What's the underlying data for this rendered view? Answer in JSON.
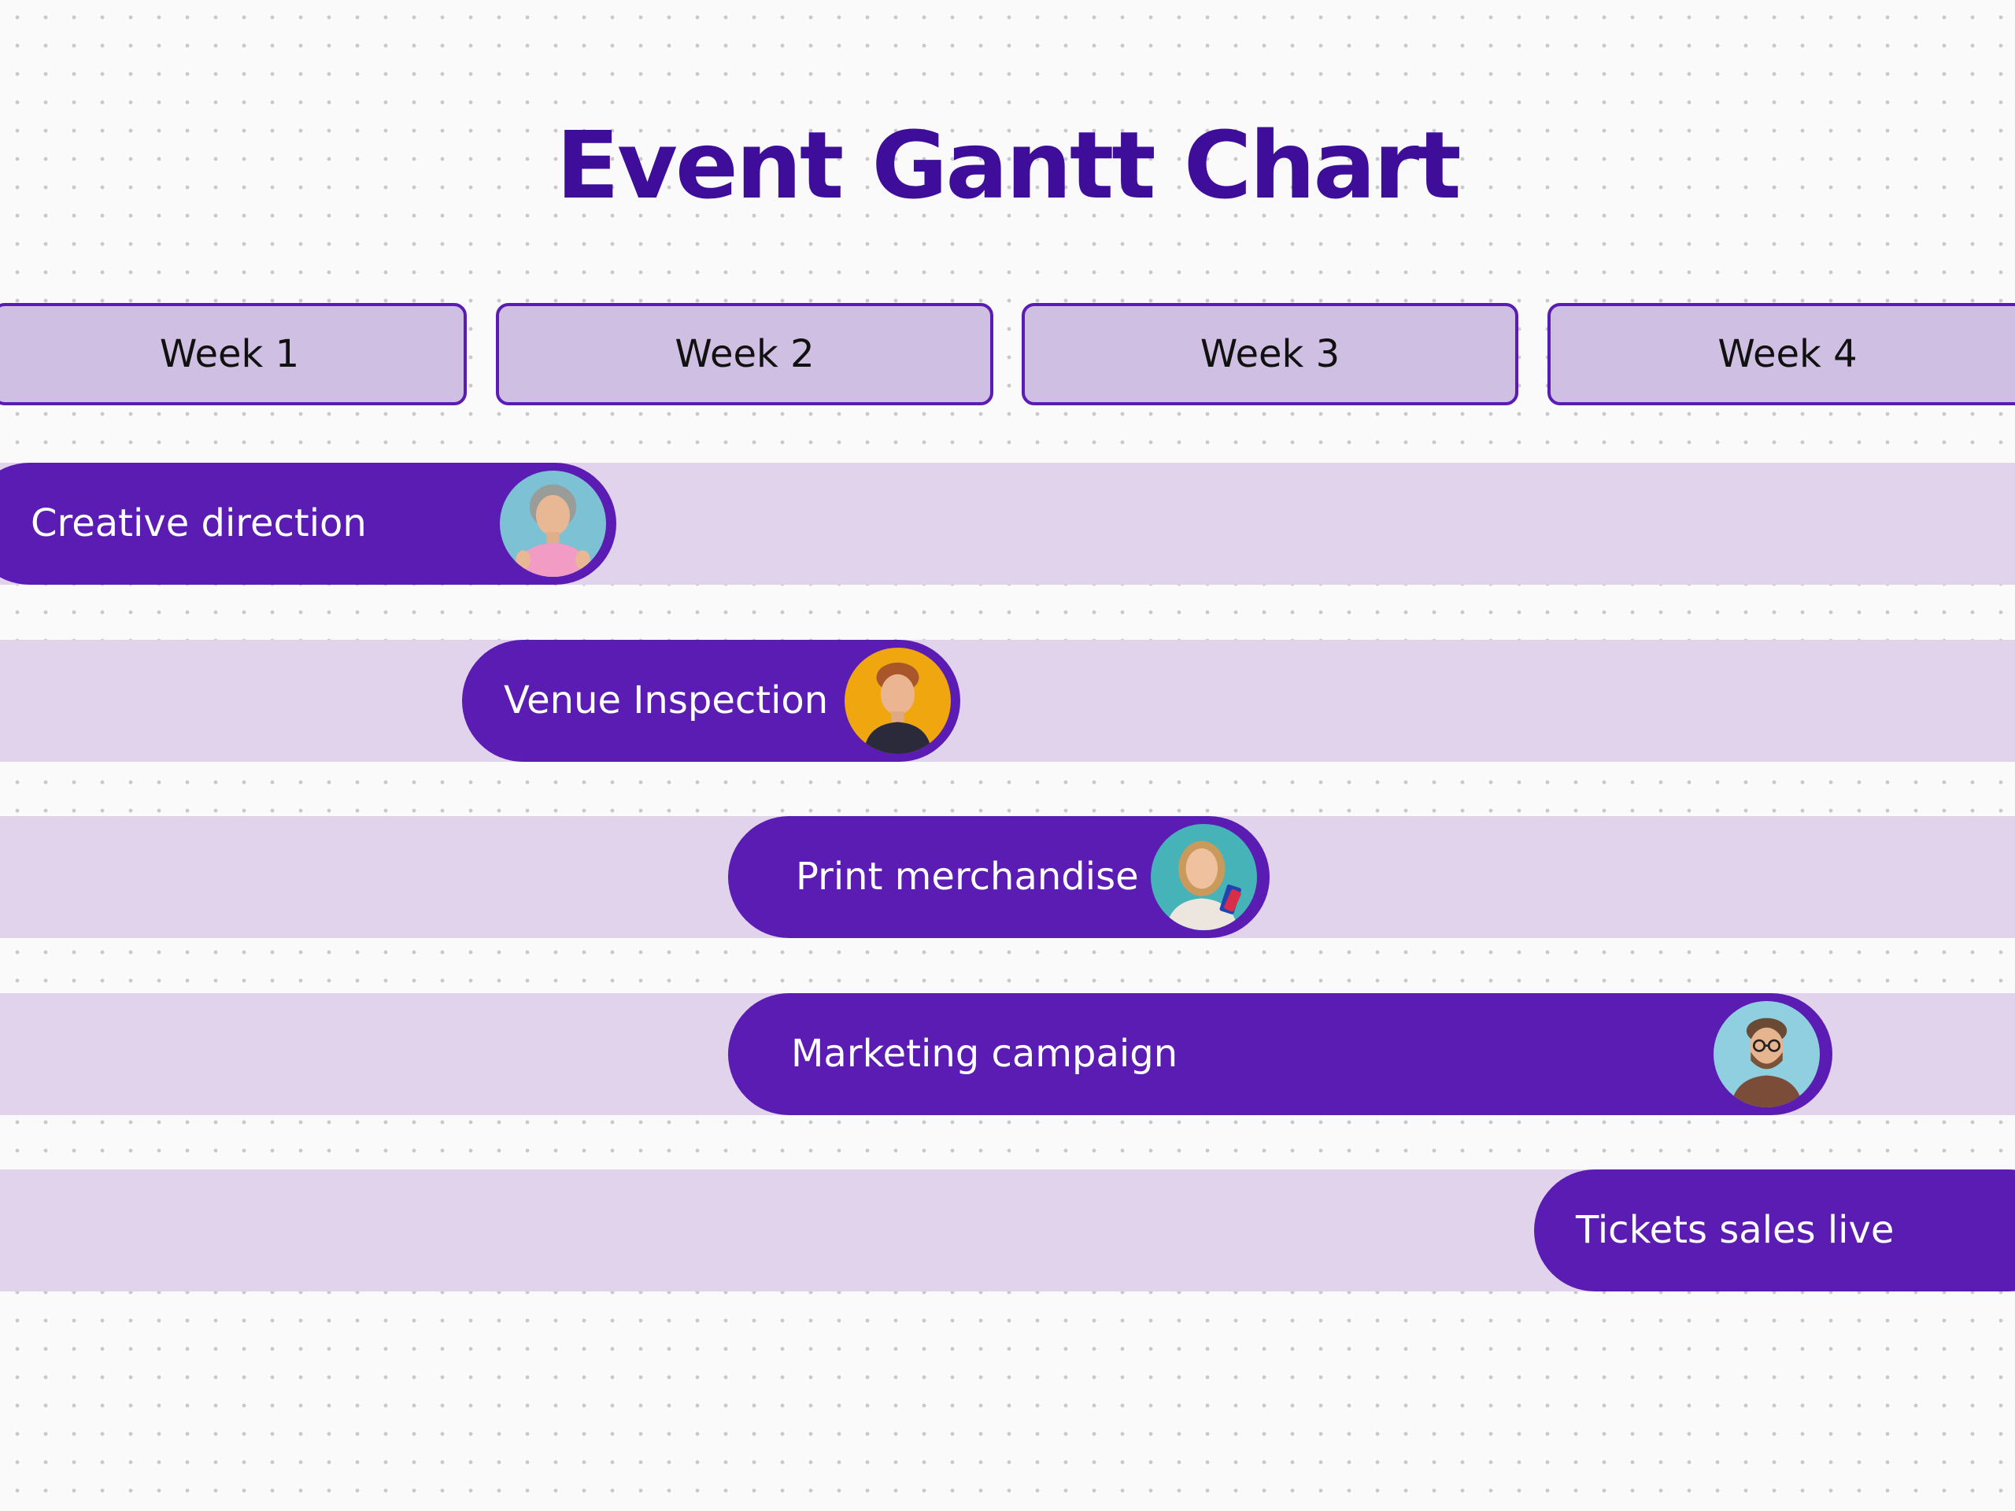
{
  "chart_data": {
    "type": "gantt",
    "title": "Event Gantt Chart",
    "columns": [
      "Week 1",
      "Week 2",
      "Week 3",
      "Week 4"
    ],
    "tasks": [
      {
        "name": "Creative direction",
        "start_week": 0.0,
        "end_week": 1.25,
        "avatar": "avatar-woman-gray-hair-pink-top"
      },
      {
        "name": "Venue Inspection",
        "start_week": 0.92,
        "end_week": 1.92,
        "avatar": "avatar-man-smiling-yellow-background"
      },
      {
        "name": "Print merchandise",
        "start_week": 1.45,
        "end_week": 2.5,
        "avatar": "avatar-woman-holding-tickets"
      },
      {
        "name": "Marketing campaign",
        "start_week": 1.45,
        "end_week": 3.65,
        "avatar": "avatar-man-glasses-beard"
      },
      {
        "name": "Tickets sales live",
        "start_week": 3.05,
        "end_week": 4.0,
        "avatar": ""
      }
    ]
  },
  "colors": {
    "title": "#3e0e9b",
    "bar": "#5a1cb3",
    "lane": "#e2d3ed",
    "week_header_fill": "#cfbfe2",
    "week_header_border": "#5a1cb3",
    "background": "#fafafa"
  }
}
